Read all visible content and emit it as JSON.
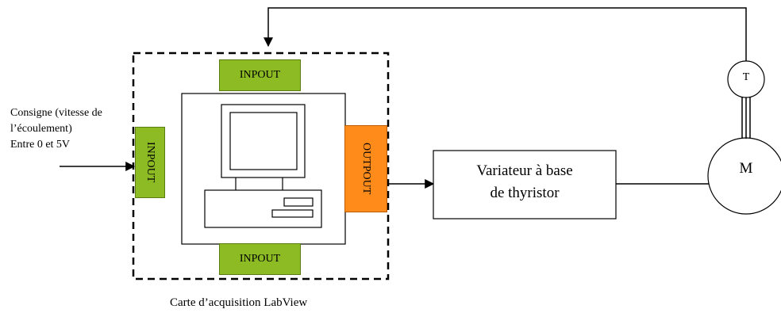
{
  "input_label": {
    "line1": "Consigne (vitesse de",
    "line2": "l’écoulement)",
    "line3": "Entre 0 et 5V"
  },
  "card": {
    "caption": "Carte d’acquisition LabView",
    "port_top": "INPOUT",
    "port_left": "INPOUT",
    "port_bottom": "INPOUT",
    "port_right": "OUTPOUT"
  },
  "variator": {
    "line1": "Variateur à base",
    "line2": "de thyristor"
  },
  "motor": {
    "label": "M"
  },
  "tachometer": {
    "label": "T"
  },
  "colors": {
    "port_input": "#8cbb23",
    "port_output": "#ff8c1a",
    "lines": "#000000"
  }
}
